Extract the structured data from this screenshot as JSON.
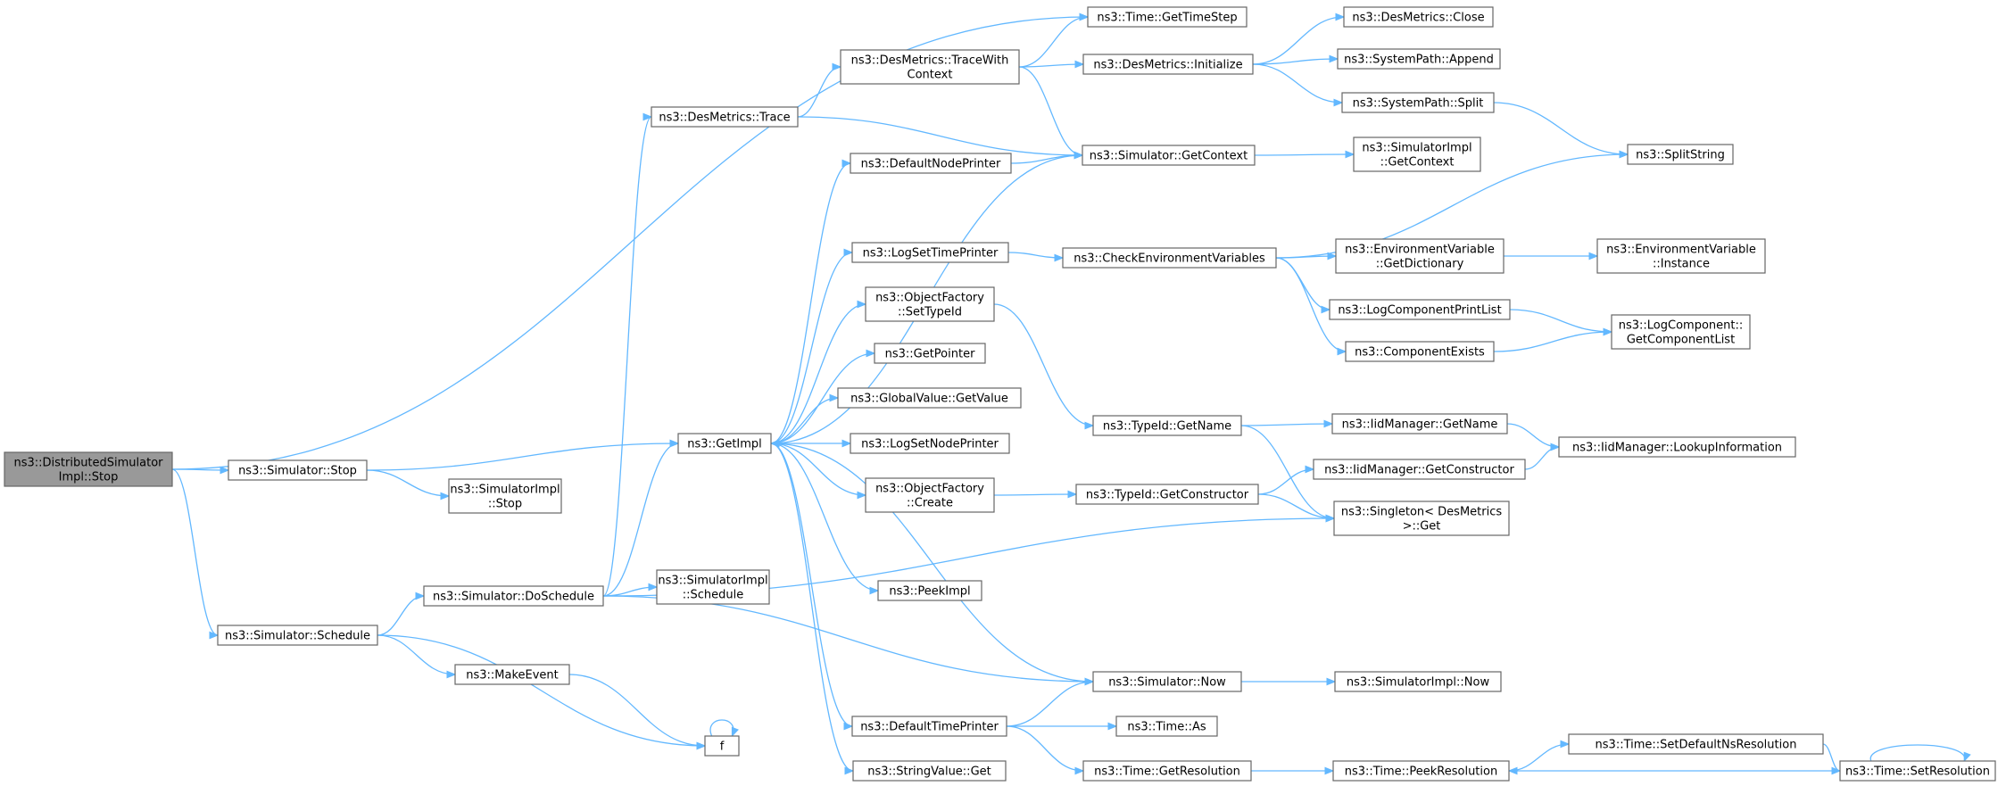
{
  "diagram": {
    "root": "stop_dist",
    "colors": {
      "edge": "#63b8ff",
      "node_border": "#666666",
      "root_fill": "#999999",
      "node_fill": "#ffffff"
    },
    "nodes": [
      {
        "id": "stop_dist",
        "lines": [
          "ns3::DistributedSimulator",
          "Impl::Stop"
        ]
      },
      {
        "id": "sim_stop",
        "lines": [
          "ns3::Simulator::Stop"
        ]
      },
      {
        "id": "simimpl_stop",
        "lines": [
          "ns3::SimulatorImpl",
          "::Stop"
        ]
      },
      {
        "id": "sim_schedule",
        "lines": [
          "ns3::Simulator::Schedule"
        ]
      },
      {
        "id": "sim_doschedule",
        "lines": [
          "ns3::Simulator::DoSchedule"
        ]
      },
      {
        "id": "makeevent",
        "lines": [
          "ns3::MakeEvent"
        ]
      },
      {
        "id": "f",
        "lines": [
          "f"
        ]
      },
      {
        "id": "simimpl_schedule",
        "lines": [
          "ns3::SimulatorImpl",
          "::Schedule"
        ]
      },
      {
        "id": "getimpl",
        "lines": [
          "ns3::GetImpl"
        ]
      },
      {
        "id": "desmetrics_trace",
        "lines": [
          "ns3::DesMetrics::Trace"
        ]
      },
      {
        "id": "desmetrics_tracewith",
        "lines": [
          "ns3::DesMetrics::TraceWith",
          "Context"
        ]
      },
      {
        "id": "time_gettimestep",
        "lines": [
          "ns3::Time::GetTimeStep"
        ]
      },
      {
        "id": "desmetrics_init",
        "lines": [
          "ns3::DesMetrics::Initialize"
        ]
      },
      {
        "id": "desmetrics_close",
        "lines": [
          "ns3::DesMetrics::Close"
        ]
      },
      {
        "id": "syspath_append",
        "lines": [
          "ns3::SystemPath::Append"
        ]
      },
      {
        "id": "syspath_split",
        "lines": [
          "ns3::SystemPath::Split"
        ]
      },
      {
        "id": "splitstring",
        "lines": [
          "ns3::SplitString"
        ]
      },
      {
        "id": "defaultnodeprinter",
        "lines": [
          "ns3::DefaultNodePrinter"
        ]
      },
      {
        "id": "sim_getcontext",
        "lines": [
          "ns3::Simulator::GetContext"
        ]
      },
      {
        "id": "simimpl_getcontext",
        "lines": [
          "ns3::SimulatorImpl",
          "::GetContext"
        ]
      },
      {
        "id": "logsettimeprinter",
        "lines": [
          "ns3::LogSetTimePrinter"
        ]
      },
      {
        "id": "checkenv",
        "lines": [
          "ns3::CheckEnvironmentVariables"
        ]
      },
      {
        "id": "envvar_getdict",
        "lines": [
          "ns3::EnvironmentVariable",
          "::GetDictionary"
        ]
      },
      {
        "id": "envvar_instance",
        "lines": [
          "ns3::EnvironmentVariable",
          "::Instance"
        ]
      },
      {
        "id": "logcomp_printlist",
        "lines": [
          "ns3::LogComponentPrintList"
        ]
      },
      {
        "id": "logcomp_getlist",
        "lines": [
          "ns3::LogComponent::",
          "GetComponentList"
        ]
      },
      {
        "id": "componentexists",
        "lines": [
          "ns3::ComponentExists"
        ]
      },
      {
        "id": "objfactory_settypeid",
        "lines": [
          "ns3::ObjectFactory",
          "::SetTypeId"
        ]
      },
      {
        "id": "getpointer",
        "lines": [
          "ns3::GetPointer"
        ]
      },
      {
        "id": "globalvalue_getvalue",
        "lines": [
          "ns3::GlobalValue::GetValue"
        ]
      },
      {
        "id": "logsetnodeprinter",
        "lines": [
          "ns3::LogSetNodePrinter"
        ]
      },
      {
        "id": "objfactory_create",
        "lines": [
          "ns3::ObjectFactory",
          "::Create"
        ]
      },
      {
        "id": "peekimpl",
        "lines": [
          "ns3::PeekImpl"
        ]
      },
      {
        "id": "typeid_getname",
        "lines": [
          "ns3::TypeId::GetName"
        ]
      },
      {
        "id": "iidmgr_getname",
        "lines": [
          "ns3::IidManager::GetName"
        ]
      },
      {
        "id": "iidmgr_lookup",
        "lines": [
          "ns3::IidManager::LookupInformation"
        ]
      },
      {
        "id": "typeid_getconstructor",
        "lines": [
          "ns3::TypeId::GetConstructor"
        ]
      },
      {
        "id": "iidmgr_getconstructor",
        "lines": [
          "ns3::IidManager::GetConstructor"
        ]
      },
      {
        "id": "singleton_get",
        "lines": [
          "ns3::Singleton< DesMetrics",
          " >::Get"
        ]
      },
      {
        "id": "sim_now",
        "lines": [
          "ns3::Simulator::Now"
        ]
      },
      {
        "id": "simimpl_now",
        "lines": [
          "ns3::SimulatorImpl::Now"
        ]
      },
      {
        "id": "defaulttimeprinter",
        "lines": [
          "ns3::DefaultTimePrinter"
        ]
      },
      {
        "id": "time_as",
        "lines": [
          "ns3::Time::As"
        ]
      },
      {
        "id": "time_getresolution",
        "lines": [
          "ns3::Time::GetResolution"
        ]
      },
      {
        "id": "time_peekresolution",
        "lines": [
          "ns3::Time::PeekResolution"
        ]
      },
      {
        "id": "time_setdefaultns",
        "lines": [
          "ns3::Time::SetDefaultNsResolution"
        ]
      },
      {
        "id": "time_setresolution",
        "lines": [
          "ns3::Time::SetResolution"
        ]
      },
      {
        "id": "stringvalue_get",
        "lines": [
          "ns3::StringValue::Get"
        ]
      }
    ],
    "edges": [
      [
        "stop_dist",
        "time_gettimestep"
      ],
      [
        "stop_dist",
        "sim_stop"
      ],
      [
        "stop_dist",
        "sim_schedule"
      ],
      [
        "sim_stop",
        "getimpl"
      ],
      [
        "sim_stop",
        "simimpl_stop"
      ],
      [
        "sim_schedule",
        "sim_doschedule"
      ],
      [
        "sim_schedule",
        "makeevent"
      ],
      [
        "sim_schedule",
        "f"
      ],
      [
        "makeevent",
        "f"
      ],
      [
        "f",
        "f"
      ],
      [
        "sim_doschedule",
        "desmetrics_trace"
      ],
      [
        "sim_doschedule",
        "getimpl"
      ],
      [
        "sim_doschedule",
        "simimpl_schedule"
      ],
      [
        "sim_doschedule",
        "singleton_get"
      ],
      [
        "sim_doschedule",
        "sim_now"
      ],
      [
        "desmetrics_trace",
        "desmetrics_tracewith"
      ],
      [
        "desmetrics_trace",
        "sim_getcontext"
      ],
      [
        "desmetrics_tracewith",
        "time_gettimestep"
      ],
      [
        "desmetrics_tracewith",
        "desmetrics_init"
      ],
      [
        "desmetrics_tracewith",
        "sim_getcontext"
      ],
      [
        "desmetrics_init",
        "desmetrics_close"
      ],
      [
        "desmetrics_init",
        "syspath_append"
      ],
      [
        "desmetrics_init",
        "syspath_split"
      ],
      [
        "syspath_split",
        "splitstring"
      ],
      [
        "getimpl",
        "defaultnodeprinter"
      ],
      [
        "getimpl",
        "logsettimeprinter"
      ],
      [
        "getimpl",
        "objfactory_settypeid"
      ],
      [
        "getimpl",
        "getpointer"
      ],
      [
        "getimpl",
        "globalvalue_getvalue"
      ],
      [
        "getimpl",
        "logsetnodeprinter"
      ],
      [
        "getimpl",
        "objfactory_create"
      ],
      [
        "getimpl",
        "peekimpl"
      ],
      [
        "getimpl",
        "defaulttimeprinter"
      ],
      [
        "getimpl",
        "stringvalue_get"
      ],
      [
        "sim_getcontext",
        "getimpl"
      ],
      [
        "sim_now",
        "getimpl"
      ],
      [
        "defaultnodeprinter",
        "sim_getcontext"
      ],
      [
        "sim_getcontext",
        "simimpl_getcontext"
      ],
      [
        "logsettimeprinter",
        "checkenv"
      ],
      [
        "checkenv",
        "splitstring"
      ],
      [
        "checkenv",
        "envvar_getdict"
      ],
      [
        "checkenv",
        "logcomp_printlist"
      ],
      [
        "checkenv",
        "componentexists"
      ],
      [
        "envvar_getdict",
        "envvar_instance"
      ],
      [
        "logcomp_printlist",
        "logcomp_getlist"
      ],
      [
        "componentexists",
        "logcomp_getlist"
      ],
      [
        "objfactory_settypeid",
        "typeid_getname"
      ],
      [
        "typeid_getname",
        "iidmgr_getname"
      ],
      [
        "typeid_getname",
        "singleton_get"
      ],
      [
        "iidmgr_getname",
        "iidmgr_lookup"
      ],
      [
        "objfactory_create",
        "typeid_getconstructor"
      ],
      [
        "typeid_getconstructor",
        "iidmgr_getconstructor"
      ],
      [
        "typeid_getconstructor",
        "singleton_get"
      ],
      [
        "iidmgr_getconstructor",
        "iidmgr_lookup"
      ],
      [
        "sim_now",
        "simimpl_now"
      ],
      [
        "defaulttimeprinter",
        "sim_now"
      ],
      [
        "defaulttimeprinter",
        "time_as"
      ],
      [
        "defaulttimeprinter",
        "time_getresolution"
      ],
      [
        "time_getresolution",
        "time_peekresolution"
      ],
      [
        "time_peekresolution",
        "time_setdefaultns"
      ],
      [
        "time_setdefaultns",
        "time_setresolution"
      ],
      [
        "time_setresolution",
        "time_peekresolution"
      ],
      [
        "time_setresolution",
        "time_setresolution"
      ]
    ]
  }
}
